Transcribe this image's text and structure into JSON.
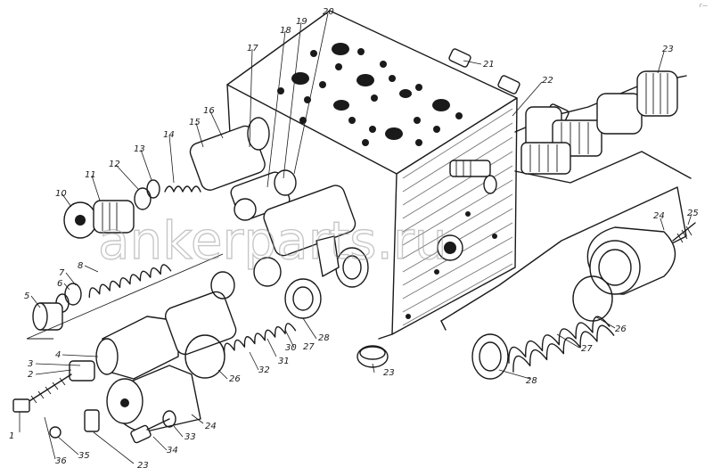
{
  "diagram": {
    "callouts": [
      {
        "id": "c1",
        "text": "1"
      },
      {
        "id": "c2",
        "text": "2"
      },
      {
        "id": "c3",
        "text": "3"
      },
      {
        "id": "c4",
        "text": "4"
      },
      {
        "id": "c5",
        "text": "5"
      },
      {
        "id": "c6",
        "text": "6"
      },
      {
        "id": "c7",
        "text": "7"
      },
      {
        "id": "c8",
        "text": "8"
      },
      {
        "id": "c10",
        "text": "10"
      },
      {
        "id": "c11",
        "text": "11"
      },
      {
        "id": "c12",
        "text": "12"
      },
      {
        "id": "c13",
        "text": "13"
      },
      {
        "id": "c14",
        "text": "14"
      },
      {
        "id": "c15",
        "text": "15"
      },
      {
        "id": "c16",
        "text": "16"
      },
      {
        "id": "c17",
        "text": "17"
      },
      {
        "id": "c18",
        "text": "18"
      },
      {
        "id": "c19",
        "text": "19"
      },
      {
        "id": "c20",
        "text": "20"
      },
      {
        "id": "c21",
        "text": "21"
      },
      {
        "id": "c22",
        "text": "22"
      },
      {
        "id": "c23a",
        "text": "23"
      },
      {
        "id": "c23b",
        "text": "23"
      },
      {
        "id": "c23c",
        "text": "23"
      },
      {
        "id": "c24a",
        "text": "24"
      },
      {
        "id": "c24b",
        "text": "24"
      },
      {
        "id": "c25",
        "text": "25"
      },
      {
        "id": "c26a",
        "text": "26"
      },
      {
        "id": "c26b",
        "text": "26"
      },
      {
        "id": "c27a",
        "text": "27"
      },
      {
        "id": "c27b",
        "text": "27"
      },
      {
        "id": "c28a",
        "text": "28"
      },
      {
        "id": "c28b",
        "text": "28"
      },
      {
        "id": "c30",
        "text": "30"
      },
      {
        "id": "c31",
        "text": "31"
      },
      {
        "id": "c32",
        "text": "32"
      },
      {
        "id": "c33",
        "text": "33"
      },
      {
        "id": "c34",
        "text": "34"
      },
      {
        "id": "c35",
        "text": "35"
      },
      {
        "id": "c36",
        "text": "36"
      }
    ],
    "watermark": "ankerparts.ru",
    "corner_mark": "г—"
  }
}
